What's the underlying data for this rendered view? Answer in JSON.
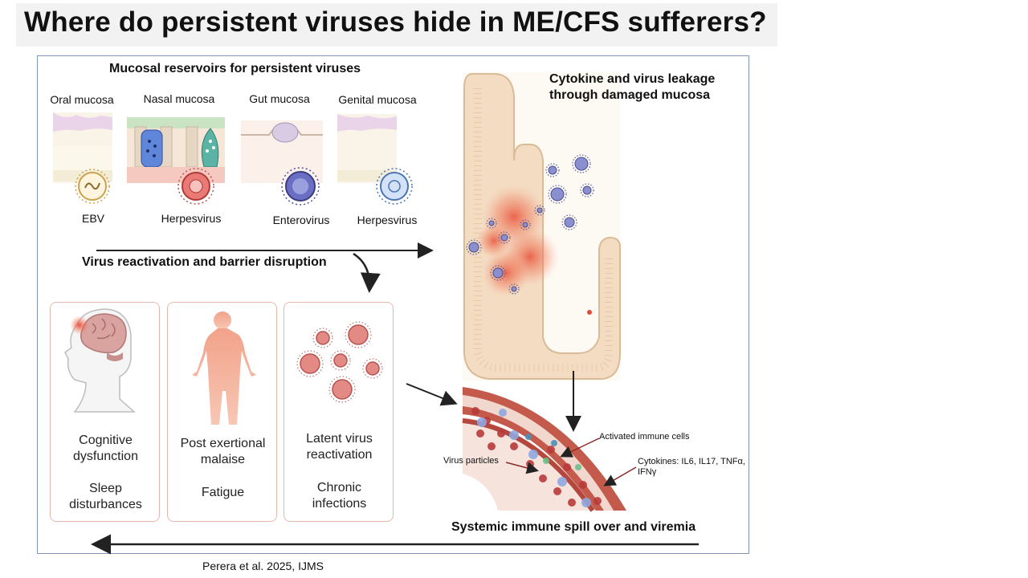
{
  "title": "Where do persistent viruses hide in ME/CFS sufferers?",
  "mucosal_heading": "Mucosal reservoirs for persistent viruses",
  "mucosa": [
    {
      "name": "Oral mucosa",
      "virus": "EBV"
    },
    {
      "name": "Nasal mucosa",
      "virus": "Herpesvirus"
    },
    {
      "name": "Gut mucosa",
      "virus": "Enterovirus"
    },
    {
      "name": "Genital mucosa",
      "virus": "Herpesvirus"
    }
  ],
  "leakage_heading_line1": "Cytokine and virus leakage",
  "leakage_heading_line2": "through damaged mucosa",
  "reactivation_label": "Virus reactivation and barrier disruption",
  "symptoms": [
    {
      "line1": "Cognitive",
      "line2": "dysfunction",
      "line3": "Sleep",
      "line4": "disturbances"
    },
    {
      "line1": "Post exertional",
      "line2": "malaise",
      "line3": "Fatigue",
      "line4": ""
    },
    {
      "line1": "Latent virus",
      "line2": "reactivation",
      "line3": "Chronic",
      "line4": "infections"
    }
  ],
  "vessel_labels": {
    "activated": "Activated immune cells",
    "particles": "Virus particles",
    "cytokines_line1": "Cytokines: IL6, IL17, TNFα,",
    "cytokines_line2": "IFNγ"
  },
  "systemic_label": "Systemic immune spill over and viremia",
  "citation": "Perera et al. 2025, IJMS",
  "colors": {
    "accent_red": "#c0504d",
    "virus_purple": "#5a5f9e",
    "tissue": "#f3dcc2",
    "vessel": "#b5483e",
    "frame": "#7f95b3"
  }
}
